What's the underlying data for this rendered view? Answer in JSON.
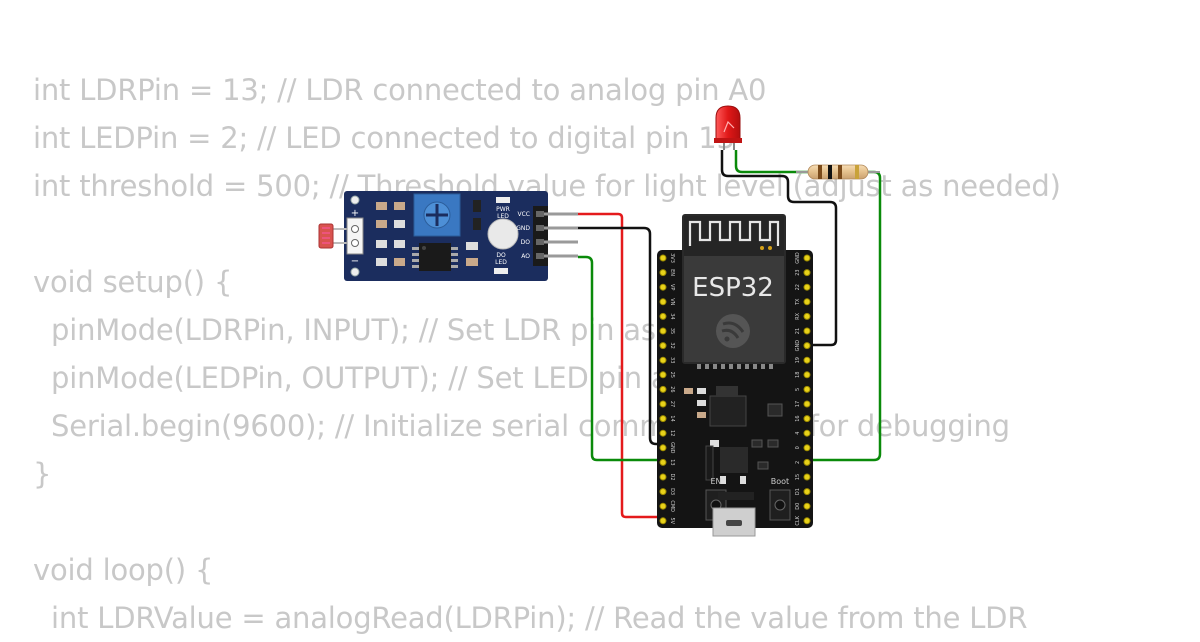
{
  "code_lines": [
    "int LDRPin = 13; // LDR connected to analog pin A0",
    "int LEDPin = 2; // LED connected to digital pin 13",
    "int threshold = 500; // Threshold value for light level (adjust as needed)",
    "",
    "void setup() {",
    "  pinMode(LDRPin, INPUT); // Set LDR pin as input",
    "  pinMode(LEDPin, OUTPUT); // Set LED pin as output",
    "  Serial.begin(9600); // Initialize serial communication for debugging",
    "}",
    "",
    "void loop() {",
    "  int LDRValue = analogRead(LDRPin); // Read the value from the LDR"
  ],
  "sensor": {
    "pin_vcc": "VCC",
    "pin_gnd": "GND",
    "pin_do": "DO",
    "pin_ao": "AO",
    "pwr_led_1": "PWR",
    "pwr_led_2": "LED",
    "do_led_1": "DO",
    "do_led_2": "LED",
    "plus": "+",
    "minus": "−"
  },
  "esp32": {
    "title": "ESP32",
    "en_label": "EN",
    "boot_label": "Boot",
    "left_pins": [
      "3V3",
      "EN",
      "VP",
      "VN",
      "34",
      "35",
      "32",
      "33",
      "25",
      "26",
      "27",
      "14",
      "12",
      "GND",
      "13",
      "D2",
      "D3",
      "CMD",
      "5V"
    ],
    "right_pins": [
      "GND",
      "23",
      "22",
      "TX",
      "RX",
      "21",
      "GND",
      "19",
      "18",
      "5",
      "17",
      "16",
      "4",
      "0",
      "2",
      "15",
      "D1",
      "D0",
      "CLK"
    ]
  },
  "colors": {
    "wire_red": "#e41a1c",
    "wire_black": "#111111",
    "wire_green": "#0a8a0a",
    "sensor_board": "#1b2d5e",
    "esp_board": "#141414",
    "led": "#e21b1b"
  }
}
